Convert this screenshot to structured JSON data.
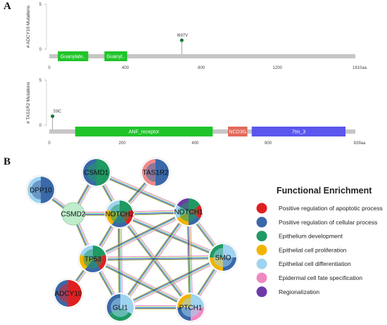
{
  "panel_a": {
    "letter": "A",
    "tracks": [
      {
        "y_title": "# ADCY10 Mutations",
        "y_ticks": [
          "5",
          "0"
        ],
        "x_ticks": [
          "0",
          "400",
          "800",
          "1200",
          "1610aa"
        ],
        "protein_length": 1610,
        "domains": [
          {
            "label": "Guanylate..",
            "start": 45,
            "end": 205,
            "color": "#1fc42a"
          },
          {
            "label": "Guanyl..",
            "start": 290,
            "end": 410,
            "color": "#1fc42a"
          }
        ],
        "mutations": [
          {
            "label": "I697V",
            "position": 697,
            "count": 1
          }
        ]
      },
      {
        "y_title": "# TAS1R2 Mutations",
        "y_ticks": [
          "5",
          "0"
        ],
        "x_ticks": [
          "0",
          "200",
          "400",
          "600",
          "839aa"
        ],
        "protein_length": 839,
        "domains": [
          {
            "label": "ANF_receptor",
            "start": 71,
            "end": 448,
            "color": "#1fc42a"
          },
          {
            "label": "NCD3G",
            "start": 490,
            "end": 543,
            "color": "#e2695a"
          },
          {
            "label": "7tm_3",
            "start": 555,
            "end": 812,
            "color": "#5a56ee"
          }
        ],
        "mutations": [
          {
            "label": "S9C",
            "position": 9,
            "count": 1
          }
        ]
      }
    ]
  },
  "panel_b": {
    "letter": "B",
    "nodes": [
      {
        "id": "CSMD1",
        "label": "CSMD1",
        "colors": [
          "#1f9a63",
          "#3a68a8"
        ],
        "large": true
      },
      {
        "id": "TAS1R2",
        "label": "TAS1R2",
        "colors": [
          "#3a68a8",
          "#ef8a8a"
        ],
        "large": true
      },
      {
        "id": "DPP10",
        "label": "DPP10",
        "colors": [
          "#3a68a8",
          "#9fd3f0"
        ],
        "large": true
      },
      {
        "id": "CSMD2",
        "label": "CSMD2",
        "colors": [
          "#bfeccb"
        ],
        "large": false
      },
      {
        "id": "NOTCH2",
        "label": "NOTCH2",
        "colors": [
          "#1f9a63",
          "#e02020",
          "#3a68a8",
          "#f0b400",
          "#9fd3f0"
        ],
        "large": true
      },
      {
        "id": "NOTCH1",
        "label": "NOTCH1",
        "colors": [
          "#1f9a63",
          "#e02020",
          "#3a68a8",
          "#f0b400",
          "#9fd3f0",
          "#6e3aa8"
        ],
        "large": true
      },
      {
        "id": "TP53",
        "label": "TP53",
        "colors": [
          "#1f9a63",
          "#e02020",
          "#3a68a8",
          "#f0b400",
          "#9fd3f0"
        ],
        "large": true
      },
      {
        "id": "SMO",
        "label": "SMO",
        "colors": [
          "#9fd3f0",
          "#3a68a8",
          "#f0b400",
          "#1f9a63"
        ],
        "large": true
      },
      {
        "id": "ADCY10",
        "label": "ADCY10",
        "colors": [
          "#e02020",
          "#3a68a8"
        ],
        "large": true
      },
      {
        "id": "GLI1",
        "label": "GLI1",
        "colors": [
          "#9fd3f0",
          "#1f9a63",
          "#3a68a8"
        ],
        "large": true
      },
      {
        "id": "PTCH1",
        "label": "PTCH1",
        "colors": [
          "#9fd3f0",
          "#ef8ac0",
          "#3a68a8",
          "#f0b400"
        ],
        "large": true
      }
    ],
    "edges": [
      [
        "CSMD1",
        "NOTCH2"
      ],
      [
        "CSMD1",
        "NOTCH1"
      ],
      [
        "CSMD1",
        "CSMD2"
      ],
      [
        "TAS1R2",
        "NOTCH2"
      ],
      [
        "DPP10",
        "CSMD2"
      ],
      [
        "CSMD2",
        "NOTCH2"
      ],
      [
        "CSMD2",
        "TP53"
      ],
      [
        "NOTCH2",
        "NOTCH1"
      ],
      [
        "NOTCH2",
        "TP53"
      ],
      [
        "NOTCH2",
        "SMO"
      ],
      [
        "NOTCH2",
        "GLI1"
      ],
      [
        "NOTCH2",
        "PTCH1"
      ],
      [
        "NOTCH1",
        "TP53"
      ],
      [
        "NOTCH1",
        "SMO"
      ],
      [
        "NOTCH1",
        "GLI1"
      ],
      [
        "NOTCH1",
        "PTCH1"
      ],
      [
        "TP53",
        "SMO"
      ],
      [
        "TP53",
        "GLI1"
      ],
      [
        "TP53",
        "PTCH1"
      ],
      [
        "TP53",
        "ADCY10"
      ],
      [
        "SMO",
        "GLI1"
      ],
      [
        "SMO",
        "PTCH1"
      ],
      [
        "GLI1",
        "PTCH1"
      ]
    ],
    "edge_colors": [
      "#d54fd5",
      "#f2e640",
      "#39c2c2",
      "#2b55d6",
      "#262626",
      "#b7d25a"
    ],
    "legend": {
      "title": "Functional Enrichment",
      "items": [
        {
          "label": "Positive regulation of apoptotic process",
          "color": "#e02020"
        },
        {
          "label": "Positive regulation of cellular process",
          "color": "#3a68a8"
        },
        {
          "label": "Epithelium development",
          "color": "#1f9a63"
        },
        {
          "label": "Epithelial cell proliferation",
          "color": "#f0b400"
        },
        {
          "label": "Epithelial cell differentiation",
          "color": "#9fd3f0"
        },
        {
          "label": "Epidermal cell fate specification",
          "color": "#ef8ac0"
        },
        {
          "label": "Regionalization",
          "color": "#6e3aa8"
        }
      ]
    }
  }
}
